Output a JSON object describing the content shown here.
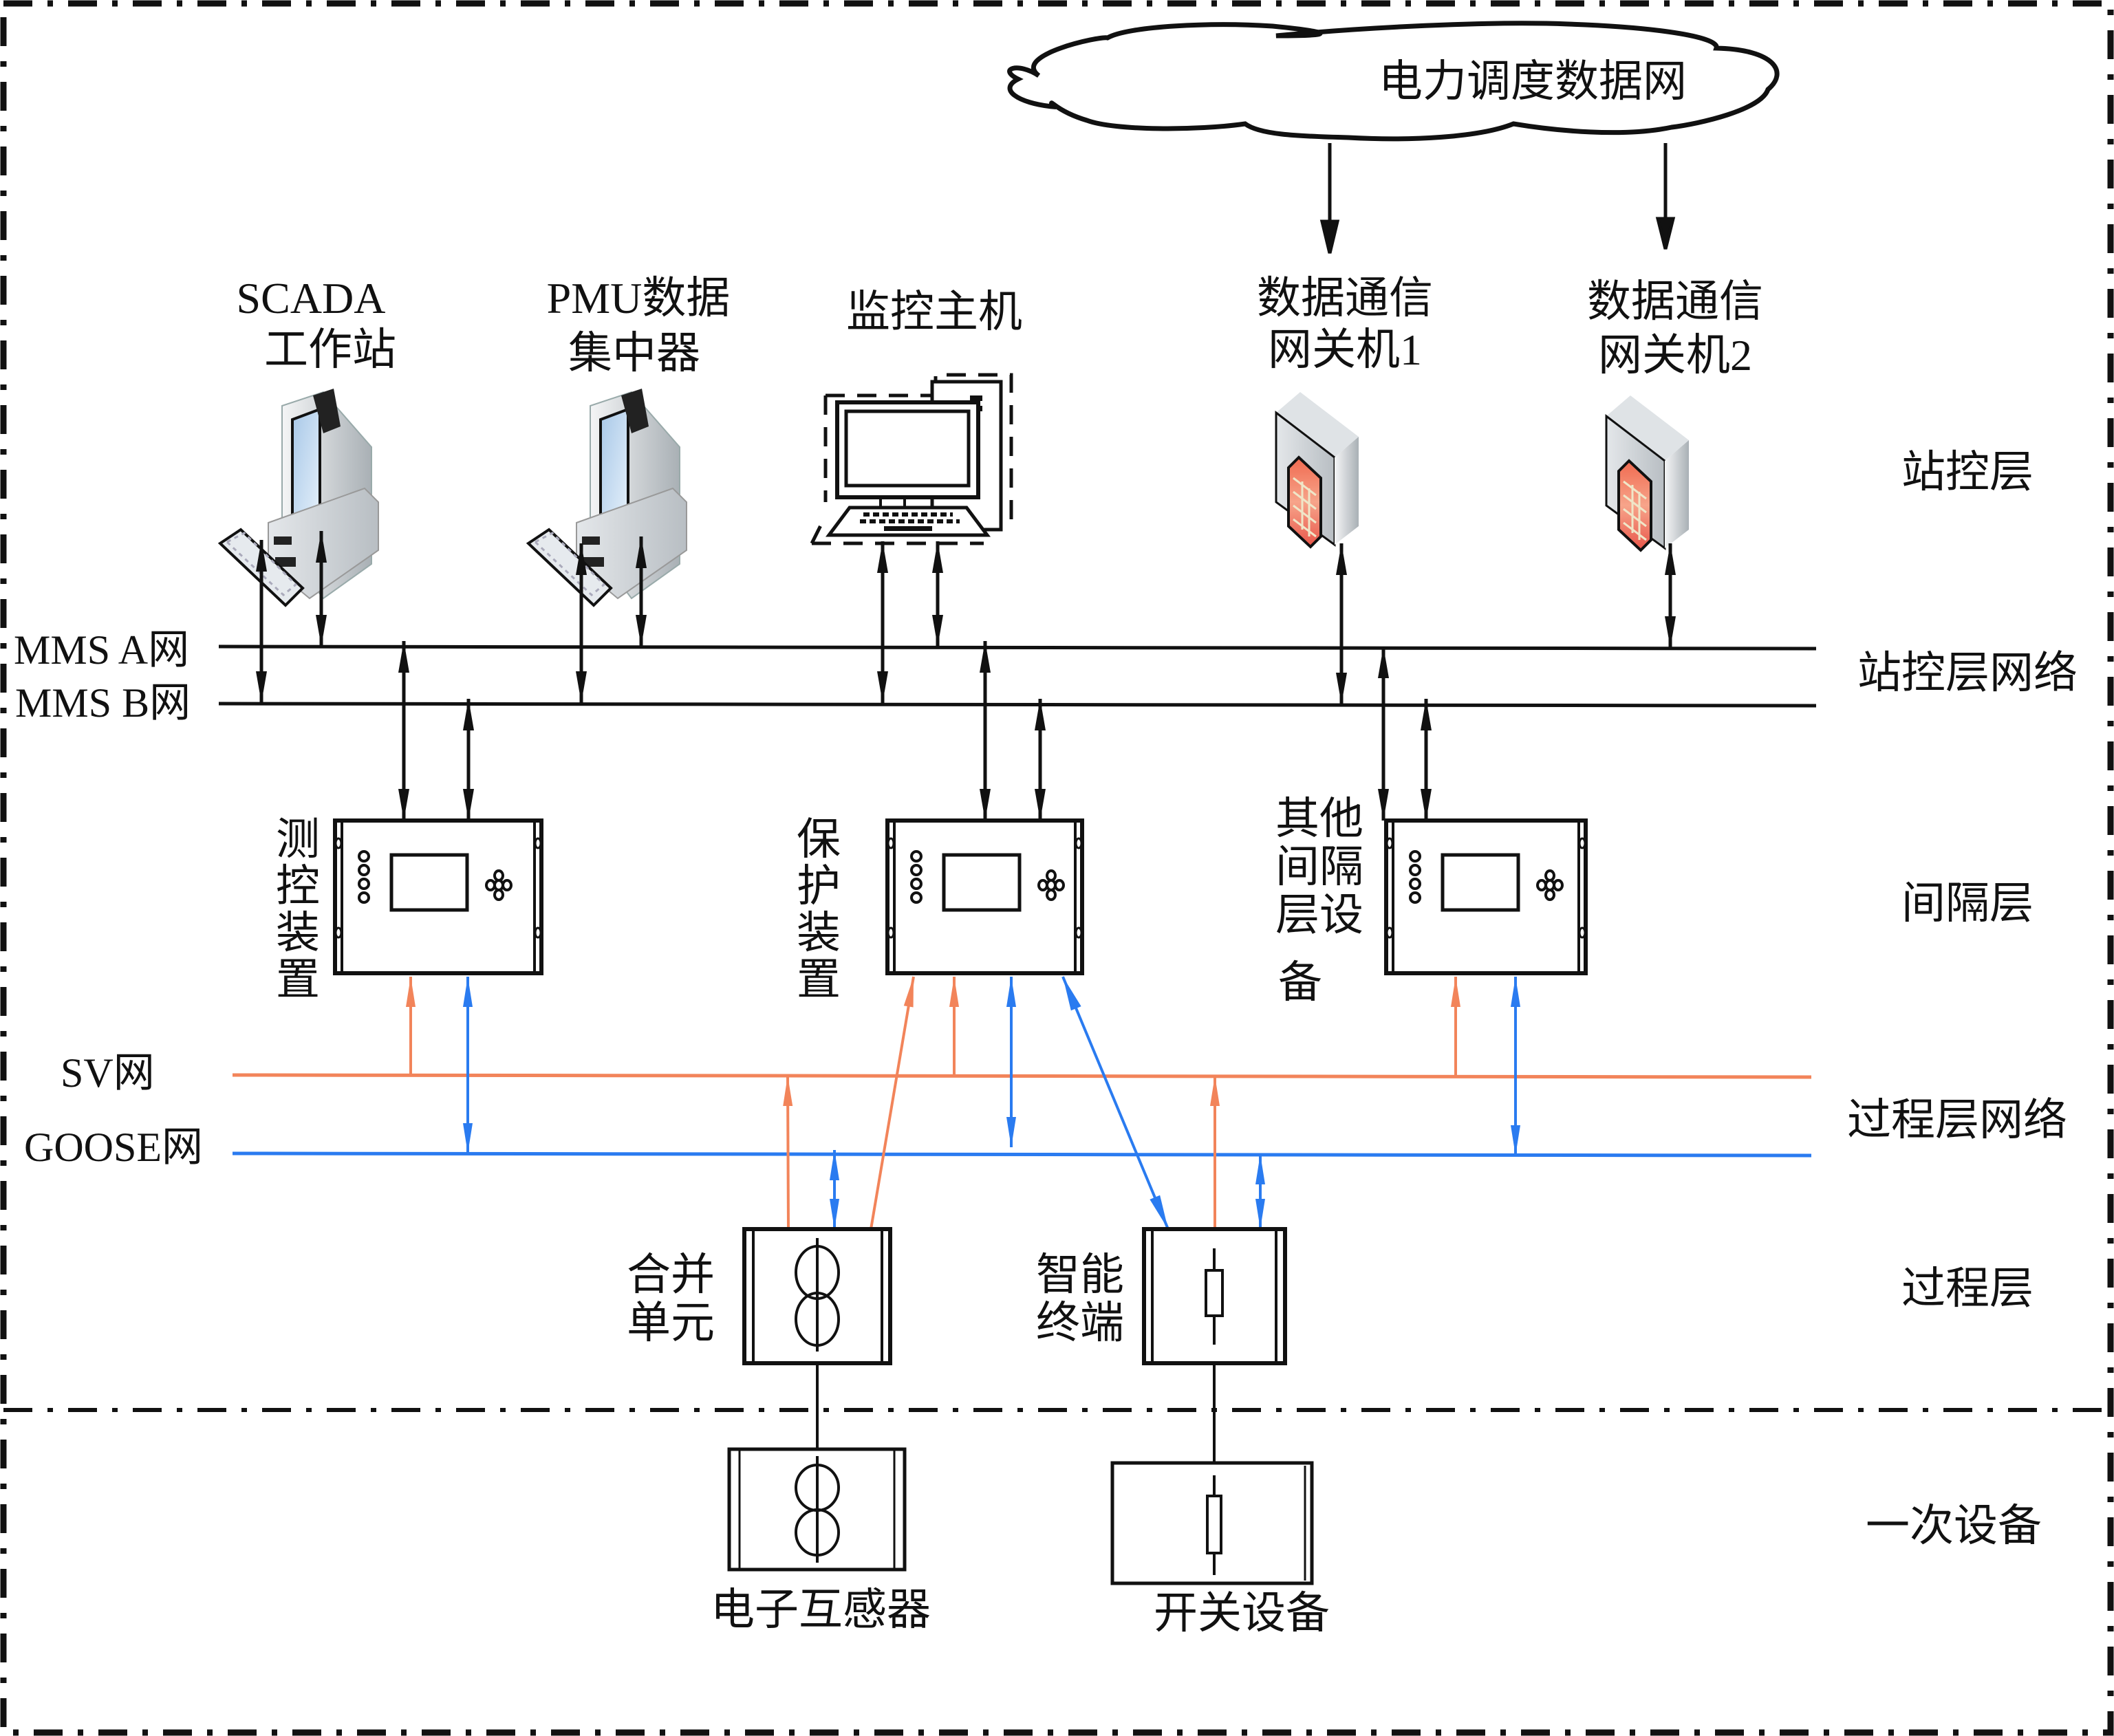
{
  "title": "智能变电站三层两网结构",
  "colors": {
    "line": "#111111",
    "sv": "#f2845a",
    "goose": "#2a7bf0",
    "firewall": "#e8654a",
    "device_gray": "#c9ced2"
  },
  "cloud": {
    "label": "电力调度数据网",
    "icon": "cloud-icon"
  },
  "station_devices": [
    {
      "id": "scada",
      "lines": [
        "SCADA",
        "工作站"
      ],
      "icon": "workstation-icon"
    },
    {
      "id": "pmu",
      "lines": [
        "PMU数据",
        "集中器"
      ],
      "icon": "workstation-icon"
    },
    {
      "id": "monitor",
      "lines": [
        "监控主机"
      ],
      "icon": "desktop-computer-icon"
    },
    {
      "id": "gateway1",
      "lines": [
        "数据通信",
        "网关机1"
      ],
      "icon": "firewall-server-icon"
    },
    {
      "id": "gateway2",
      "lines": [
        "数据通信",
        "网关机2"
      ],
      "icon": "firewall-server-icon"
    }
  ],
  "networks": {
    "mms_a": "MMS A网",
    "mms_b": "MMS B网",
    "sv": "SV网",
    "goose": "GOOSE网"
  },
  "bay_devices": [
    {
      "id": "measure",
      "label": [
        "测",
        "控",
        "装",
        "置"
      ],
      "icon": "ied-panel-icon"
    },
    {
      "id": "protect",
      "label": [
        "保",
        "护",
        "装",
        "置"
      ],
      "icon": "ied-panel-icon"
    },
    {
      "id": "other",
      "label": [
        "其他",
        "间隔",
        "层设",
        "备"
      ],
      "icon": "ied-panel-icon"
    }
  ],
  "process_devices": [
    {
      "id": "merging_unit",
      "lines": [
        "合并",
        "单元"
      ],
      "icon": "transformer-symbol-icon"
    },
    {
      "id": "smart_terminal",
      "lines": [
        "智能",
        "终端"
      ],
      "icon": "breaker-symbol-icon"
    }
  ],
  "primary_devices": [
    {
      "id": "electronic_transformer",
      "label": "电子互感器",
      "icon": "transformer-symbol-icon"
    },
    {
      "id": "switchgear",
      "label": "开关设备",
      "icon": "breaker-symbol-icon"
    }
  ],
  "layers": {
    "station": "站控层",
    "station_net": "站控层网络",
    "bay": "间隔层",
    "process_net": "过程层网络",
    "process": "过程层",
    "primary": "一次设备"
  }
}
